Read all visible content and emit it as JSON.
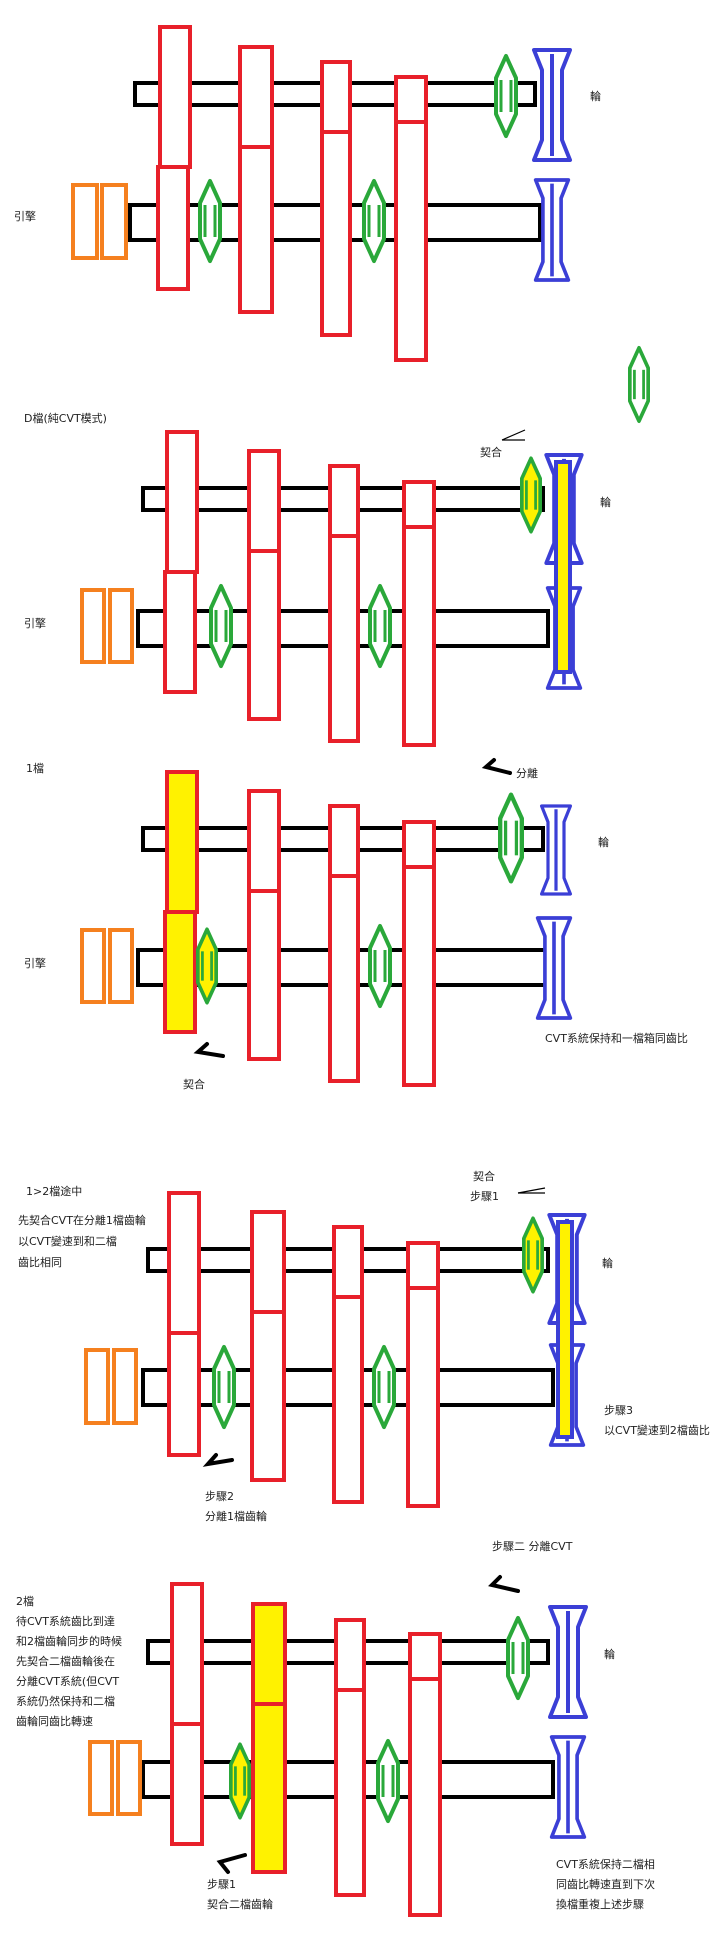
{
  "labels": {
    "s1_engine": "引擎",
    "s1_wheel": "輪",
    "s2_title": "D檔(純CVT模式)",
    "s2_engage": "契合",
    "s2_engine": "引擎",
    "s2_wheel": "輪",
    "s3_title": "1檔",
    "s3_separate": "分離",
    "s3_wheel": "輪",
    "s3_engine": "引擎",
    "s3_note": "CVT系統保持和一檔箱同齒比",
    "s3_engage": "契合",
    "s4_title": "1>2檔途中",
    "s4_desc": [
      "先契合CVT在分離1檔齒輪",
      "以CVT變速到和二檔",
      "齒比相同"
    ],
    "s4_engage": "契合",
    "s4_step1": "步驟1",
    "s4_wheel": "輪",
    "s4_step3": [
      "步驟3",
      "以CVT變速到2檔齒比"
    ],
    "s4_step2": [
      "步驟2",
      "分離1檔齒輪"
    ],
    "s5_step2": "步驟二 分離CVT",
    "s5_desc": [
      "2檔",
      "待CVT系統齒比到達",
      "和2檔齒輪同步的時候",
      "先契合二檔齒輪後在",
      "分離CVT系統(但CVT",
      "系統仍然保持和二檔",
      "齒輪同齒比轉速"
    ],
    "s5_wheel": "輪",
    "s5_step1": [
      "步驟1",
      "契合二檔齒輪"
    ],
    "s5_note": [
      "CVT系統保持二檔相",
      "同齒比轉速直到下次",
      "換檔重複上述步驟"
    ]
  }
}
